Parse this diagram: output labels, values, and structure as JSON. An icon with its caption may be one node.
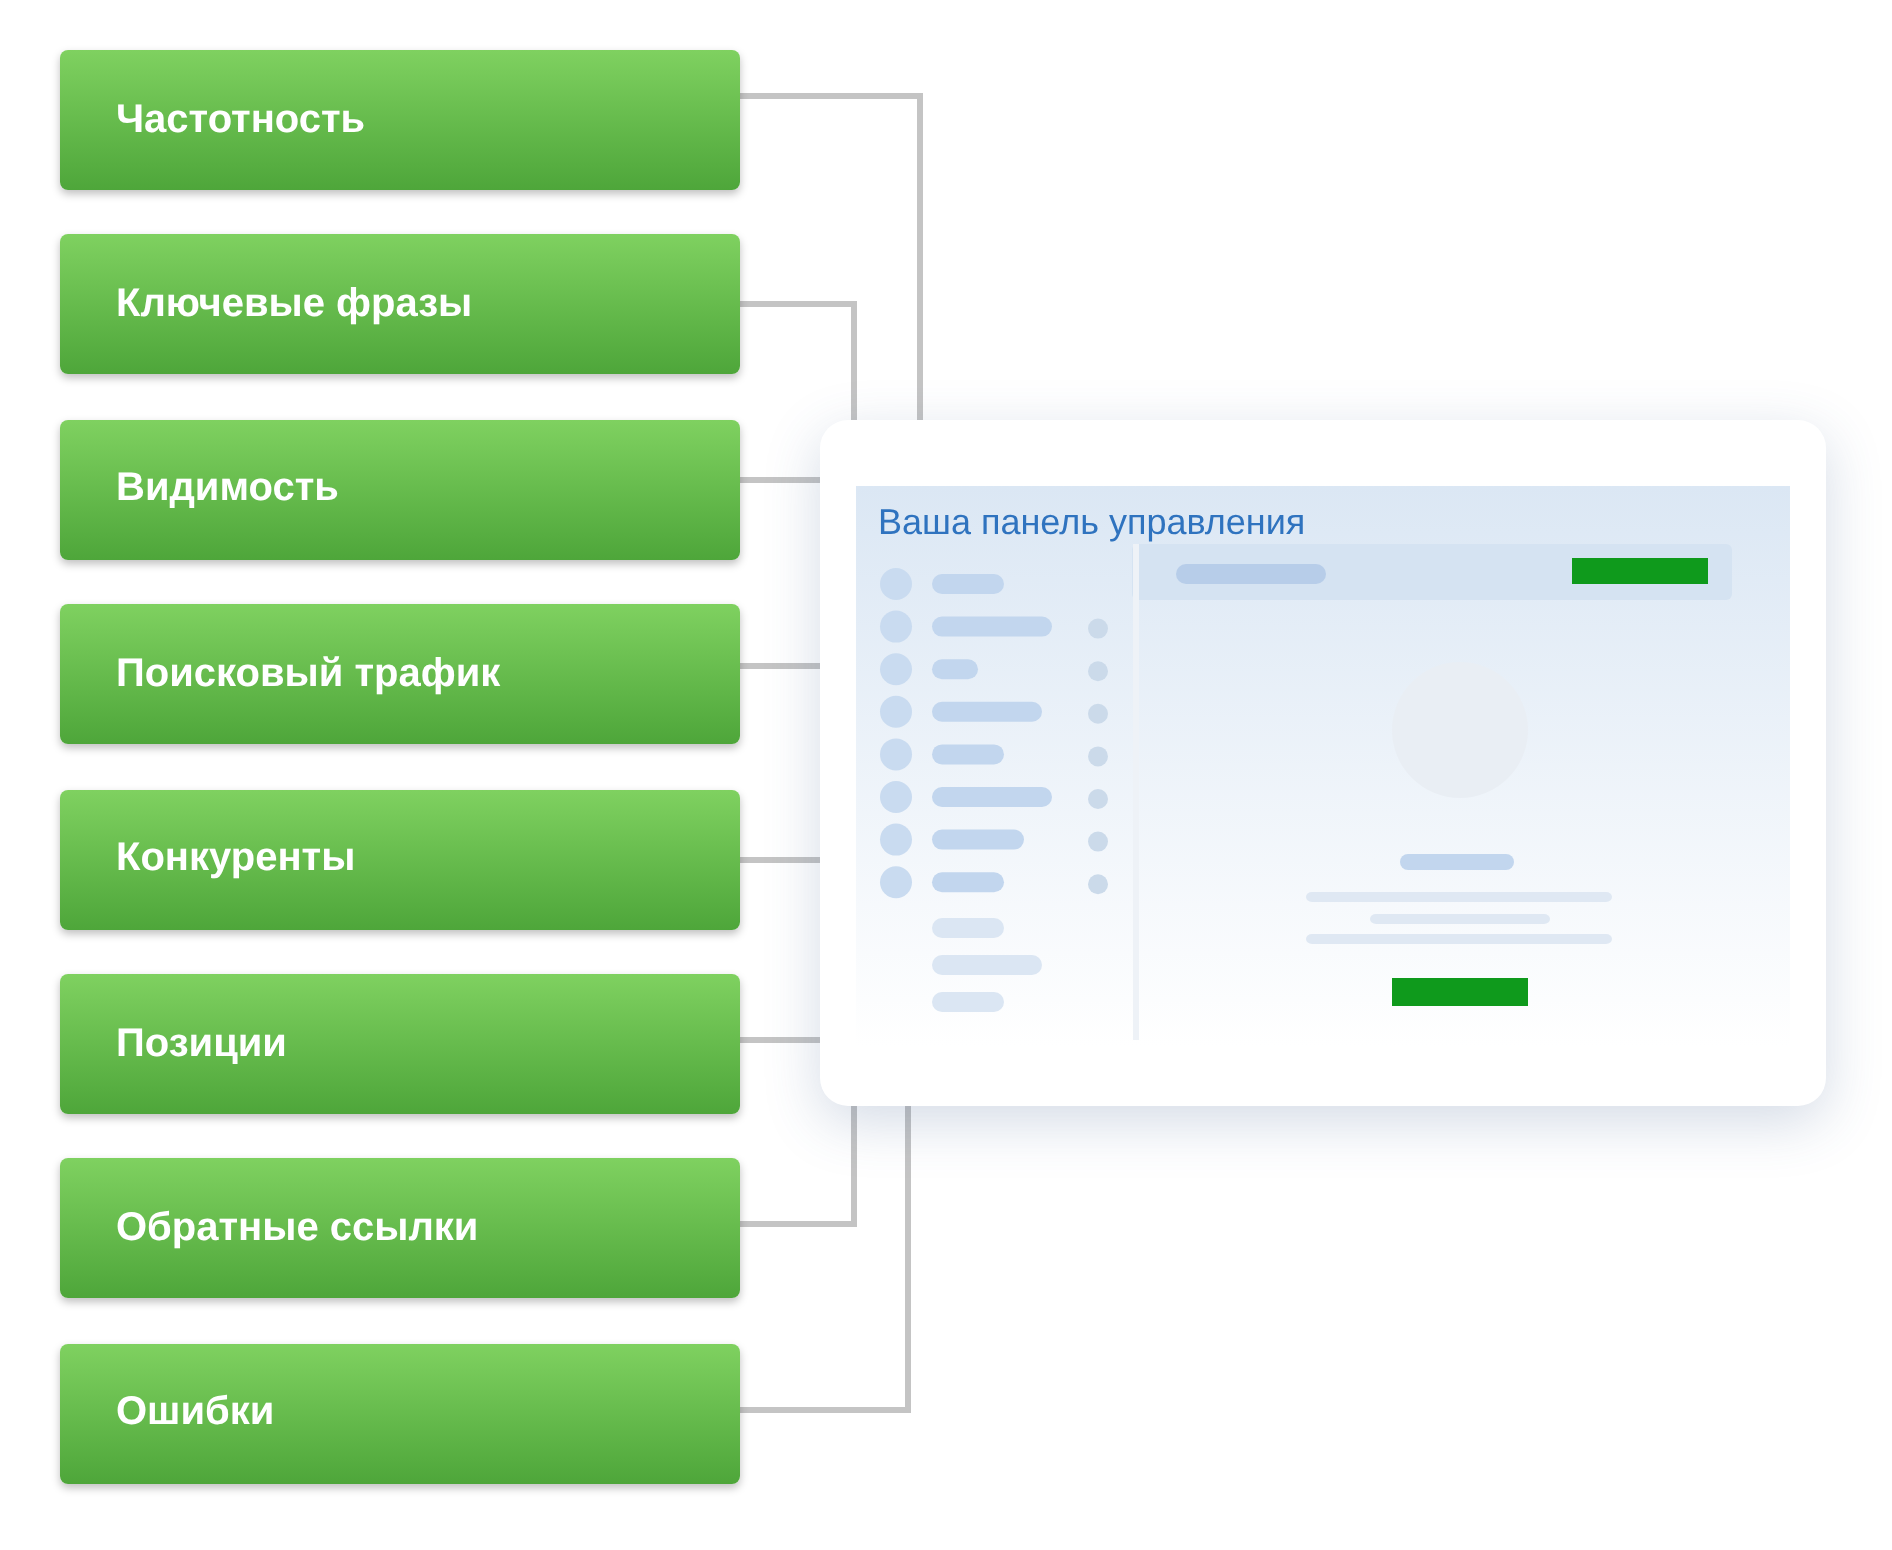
{
  "diagram": {
    "nodes": [
      {
        "text": [
          "Частотность"
        ]
      },
      {
        "text": [
          "Ключевые фразы"
        ]
      },
      {
        "text": [
          "Видимость"
        ]
      },
      {
        "text": [
          "Поисковый трафик"
        ]
      },
      {
        "text": [
          "Конкуренты"
        ]
      },
      {
        "text": [
          "Позиции"
        ]
      },
      {
        "text": [
          "Обратные ссылки"
        ]
      },
      {
        "text": [
          "Ошибки"
        ]
      },
      {
        "text": [
          "Ваша панель управления"
        ]
      }
    ],
    "edges": [
      {
        "from": 0,
        "to": 8,
        "arrow": "none"
      },
      {
        "from": 1,
        "to": 8,
        "arrow": "none"
      },
      {
        "from": 2,
        "to": 8,
        "arrow": "none"
      },
      {
        "from": 3,
        "to": 8,
        "arrow": "none"
      },
      {
        "from": 4,
        "to": 8,
        "arrow": "none"
      },
      {
        "from": 5,
        "to": 8,
        "arrow": "none"
      },
      {
        "from": 6,
        "to": 8,
        "arrow": "none"
      },
      {
        "from": 7,
        "to": 8,
        "arrow": "none"
      }
    ]
  }
}
